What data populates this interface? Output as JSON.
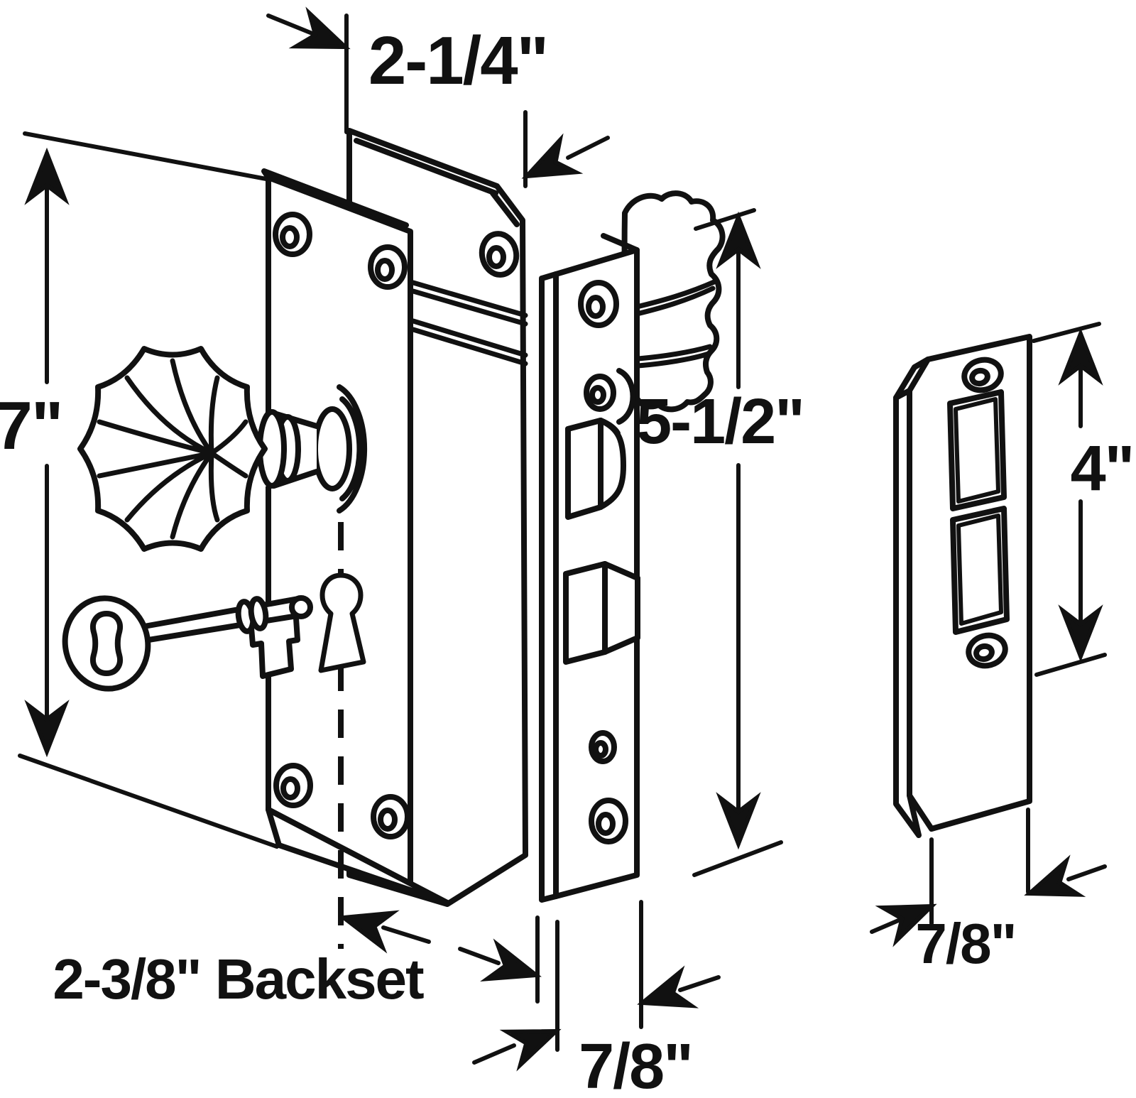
{
  "diagram": {
    "type": "exploded-parts-dimension-drawing",
    "subject": "mortise lock set with glass knob, skeleton key, lock body and strike plate"
  },
  "dimensions": {
    "plate_width_top": "2-1/4\"",
    "plate_height_left": "7\"",
    "lock_body_height": "5-1/2\"",
    "strike_plate_height": "4\"",
    "lock_case_width": "7/8\"",
    "strike_plate_width": "7/8\"",
    "backset": "2-3/8\" Backset"
  },
  "colors": {
    "ink": "#111111",
    "background": "#ffffff"
  }
}
